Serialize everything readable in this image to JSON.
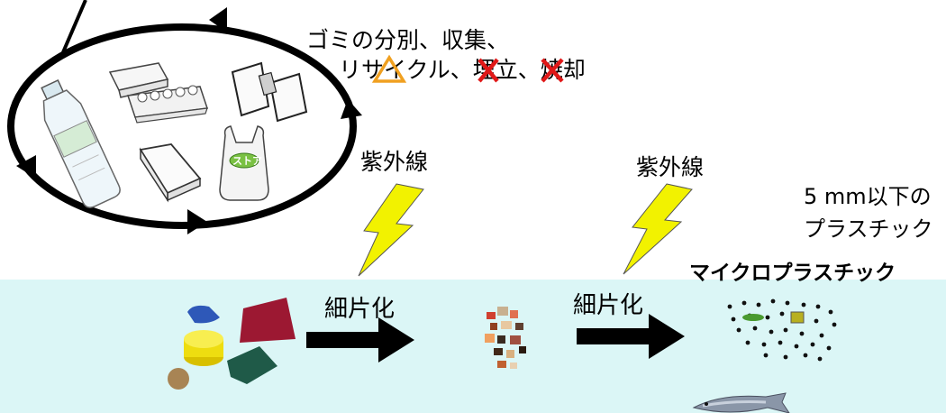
{
  "recycle_text": {
    "line1": "ゴミの分別、収集、",
    "line2": "リサイクル、埋立、焼却",
    "marks": [
      "triangle-mark",
      "cross-mark",
      "cross-mark"
    ],
    "colors": {
      "triangle": "#f0a020",
      "cross": "#e01818"
    }
  },
  "uv_labels": [
    "紫外線",
    "紫外線"
  ],
  "fragment_labels": [
    "細片化",
    "細片化"
  ],
  "size_label": [
    "5 mm以下の",
    "プラスチック"
  ],
  "microplastic_title": "マイクロプラスチック",
  "bag_label": "ストア",
  "colors": {
    "sea": "#dbf6f6",
    "lightning": "#f2f200",
    "arrow": "#000000"
  }
}
